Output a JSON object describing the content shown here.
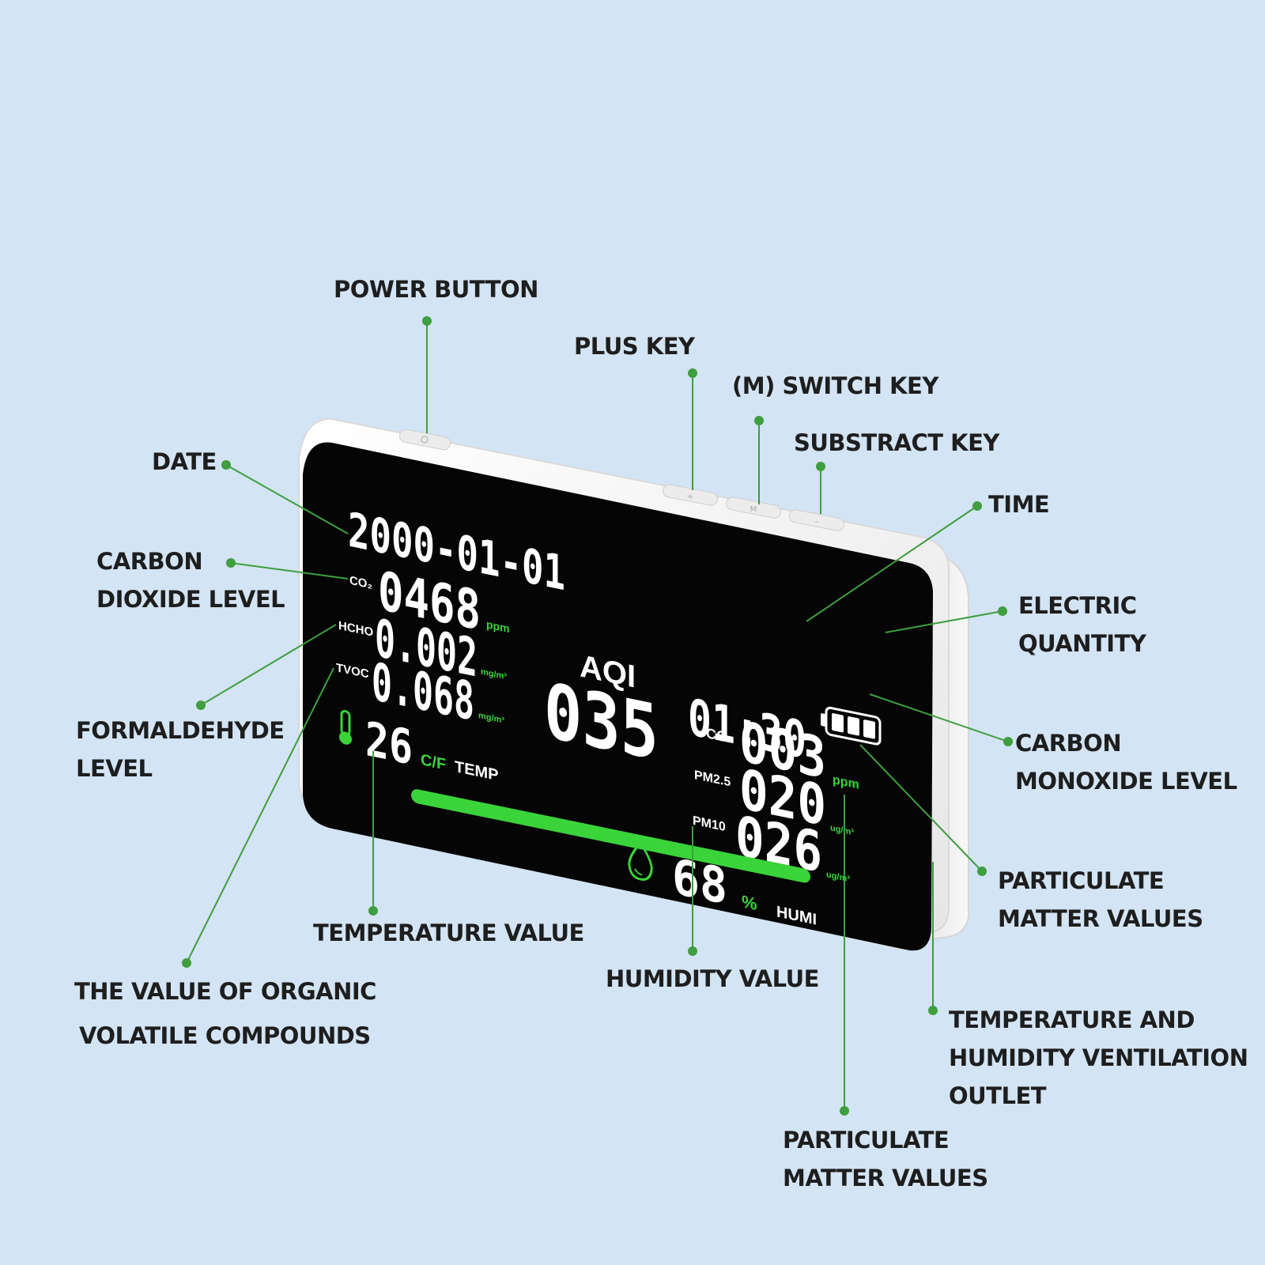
{
  "callouts": {
    "power_button": "POWER BUTTON",
    "plus_key": "PLUS KEY",
    "switch_key": "(M) SWITCH KEY",
    "subtract_key": "SUBSTRACT KEY",
    "date": "DATE",
    "time": "TIME",
    "carbon_dioxide": [
      "CARBON",
      "DIOXIDE LEVEL"
    ],
    "electric_quantity": [
      "ELECTRIC",
      "QUANTITY"
    ],
    "formaldehyde": [
      "FORMALDEHYDE",
      "LEVEL"
    ],
    "carbon_monoxide": [
      "CARBON",
      "MONOXIDE LEVEL"
    ],
    "particulate_right": [
      "PARTICULATE",
      "MATTER VALUES"
    ],
    "temperature_value": "TEMPERATURE VALUE",
    "humidity_value": "HUMIDITY VALUE",
    "organic_compounds": [
      "THE VALUE OF ORGANIC",
      "VOLATILE COMPOUNDS"
    ],
    "ventilation_outlet": [
      "TEMPERATURE AND",
      "HUMIDITY VENTILATION",
      "OUTLET"
    ],
    "particulate_bottom": [
      "PARTICULATE",
      "MATTER VALUES"
    ]
  },
  "display": {
    "date": "2000-01-01",
    "time": "01:30",
    "co2_label": "CO₂",
    "co2_value": "0468",
    "co2_unit": "ppm",
    "hcho_label": "HCHO",
    "hcho_value": "0.002",
    "hcho_unit": "mg/m³",
    "tvoc_label": "TVOC",
    "tvoc_value": "0.068",
    "tvoc_unit": "mg/m³",
    "aqi_label": "AQI",
    "aqi_value": "035",
    "co_label": "CO",
    "co_value": "003",
    "co_unit": "ppm",
    "pm25_label": "PM2.5",
    "pm25_value": "020",
    "pm25_unit": "ug/m³",
    "pm10_label": "PM10",
    "pm10_value": "026",
    "pm10_unit": "ug/m³",
    "temp_value": "26",
    "temp_unit": "C/F",
    "temp_label": "TEMP",
    "humi_value": "68",
    "humi_unit": "%",
    "humi_label": "HUMI",
    "battery_level": 1.0
  },
  "colors": {
    "background": "#d3e4f4",
    "leader_line": "#3f9e3f",
    "screen": "#050505",
    "accent_green": "#3ad43a",
    "device_body": "#f7f7f7"
  },
  "icons": {
    "power": "power-icon",
    "plus": "plus-icon",
    "mode": "m-icon",
    "minus": "minus-icon",
    "thermometer": "thermometer-icon",
    "droplet": "droplet-icon",
    "battery": "battery-icon"
  }
}
